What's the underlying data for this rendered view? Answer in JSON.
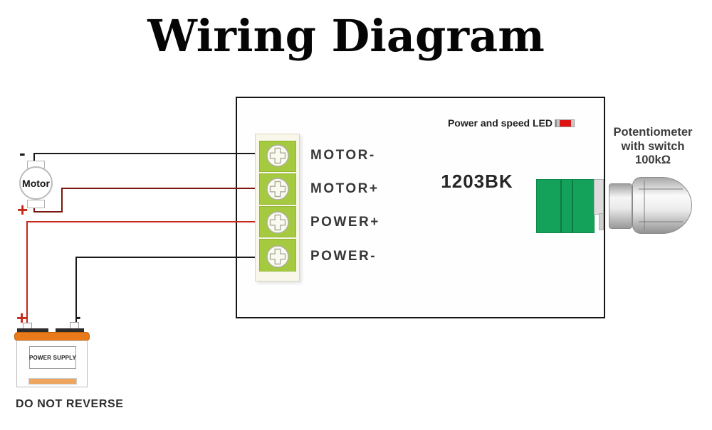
{
  "title": "Wiring Diagram",
  "controller": {
    "model": "1203BK",
    "led_label": "Power and speed LED",
    "terminals": [
      "MOTOR-",
      "MOTOR+",
      "POWER+",
      "POWER-"
    ]
  },
  "potentiometer": {
    "line1": "Potentiometer",
    "line2": "with switch",
    "line3": "100kΩ"
  },
  "motor": {
    "label": "Motor",
    "negative": "-",
    "positive": "+"
  },
  "power_supply": {
    "label": "POWER SUPPLY",
    "positive": "+",
    "negative": "-",
    "warning": "DO NOT REVERSE"
  },
  "colors": {
    "wire_black": "#1a1a1a",
    "wire_dark_red": "#7b170f",
    "wire_red": "#c32a1a",
    "terminal_green": "#a6ca3f",
    "pot_green": "#14a25a",
    "battery_orange": "#e87a19",
    "led_red": "#dd1414"
  }
}
